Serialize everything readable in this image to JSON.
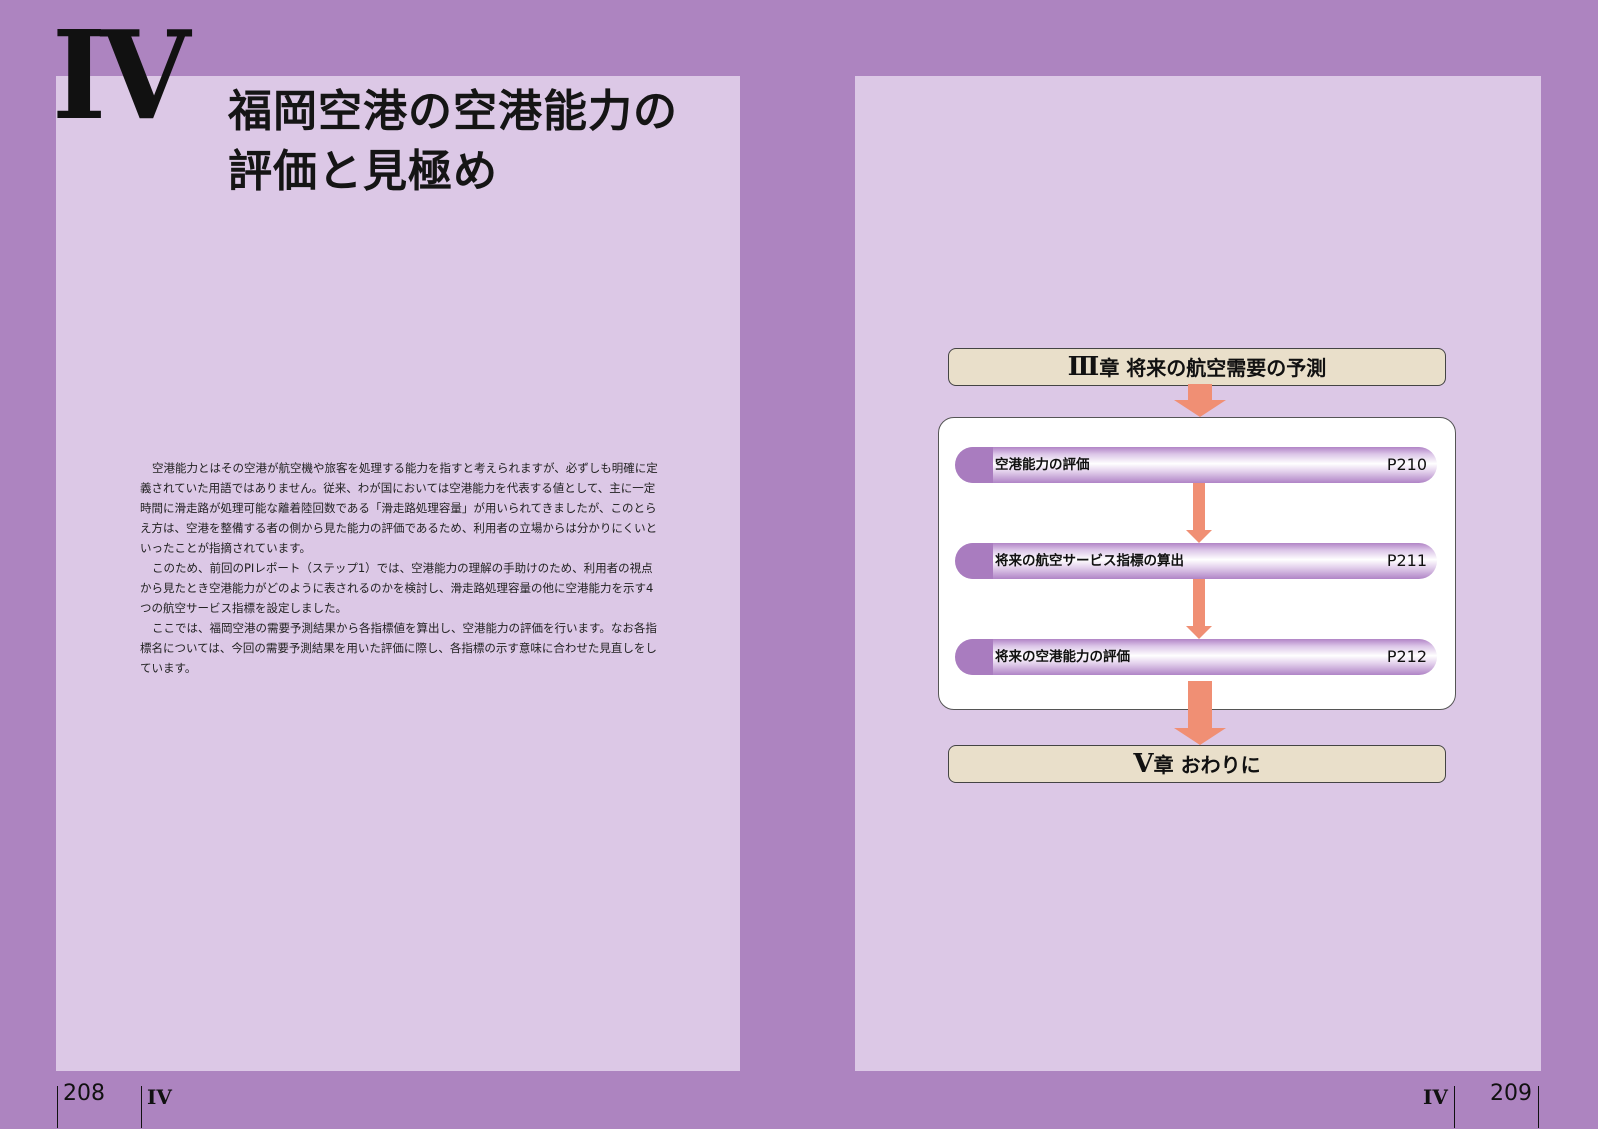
{
  "left_page": {
    "chapter_numeral": "IV",
    "title_line1": "福岡空港の空港能力の",
    "title_line2": "評価と見極め",
    "paragraphs": [
      "空港能力とはその空港が航空機や旅客を処理する能力を指すと考えられますが、必ずしも明確に定義されていた用語ではありません。従来、わが国においては空港能力を代表する値として、主に一定時間に滑走路が処理可能な離着陸回数である「滑走路処理容量」が用いられてきましたが、このとらえ方は、空港を整備する者の側から見た能力の評価であるため、利用者の立場からは分かりにくいといったことが指摘されています。",
      "このため、前回のPIレポート（ステップ1）では、空港能力の理解の手助けのため、利用者の視点から見たとき空港能力がどのように表されるのかを検討し、滑走路処理容量の他に空港能力を示す4つの航空サービス指標を設定しました。",
      "ここでは、福岡空港の需要予測結果から各指標値を算出し、空港能力の評価を行います。なお各指標名については、今回の需要予測結果を用いた評価に際し、各指標の示す意味に合わせた見直しをしています。"
    ],
    "page_number": "208",
    "footer_numeral": "IV"
  },
  "right_page": {
    "page_number": "209",
    "footer_numeral": "IV",
    "flow": {
      "top_numeral": "Ⅲ",
      "top_label": "章 将来の航空需要の予測",
      "items": [
        {
          "label": "空港能力の評価",
          "page": "P210"
        },
        {
          "label": "将来の航空サービス指標の算出",
          "page": "P211"
        },
        {
          "label": "将来の空港能力の評価",
          "page": "P212"
        }
      ],
      "bottom_numeral": "V",
      "bottom_label": "章 おわりに"
    }
  },
  "colors": {
    "background": "#ad84c0",
    "panel": "#dcc8e6",
    "pill_cap": "#a97cbf",
    "arrow": "#f08f74",
    "box": "#e9dfca"
  }
}
